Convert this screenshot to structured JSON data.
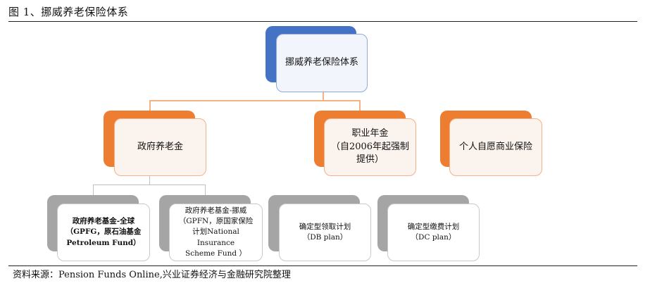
{
  "caption": "图 1、挪威养老保险体系",
  "source": "资料来源：Pension Funds Online,兴业证券经济与金融研究院整理",
  "colors": {
    "root": "#4472c4",
    "level2": "#ed7d31",
    "level3": "#a5a5a5"
  },
  "nodes": {
    "root": "挪威养老保险体系",
    "gov": "政府养老金",
    "occ": [
      "职业年金",
      "（自2006年起强制",
      "提供）"
    ],
    "personal": "个人自愿商业保险",
    "gpfg": [
      "政府养老基金-全球",
      "（GPFG，原石油基金",
      "Petroleum Fund）"
    ],
    "gpfn": [
      "政府养老基金-挪威",
      "（GPFN，原国家保险",
      "计划National Insurance",
      "Scheme Fund ）"
    ],
    "db": [
      "确定型领取计划",
      "（DB plan）"
    ],
    "dc": [
      "确定型缴费计划",
      "（DC plan）"
    ]
  }
}
